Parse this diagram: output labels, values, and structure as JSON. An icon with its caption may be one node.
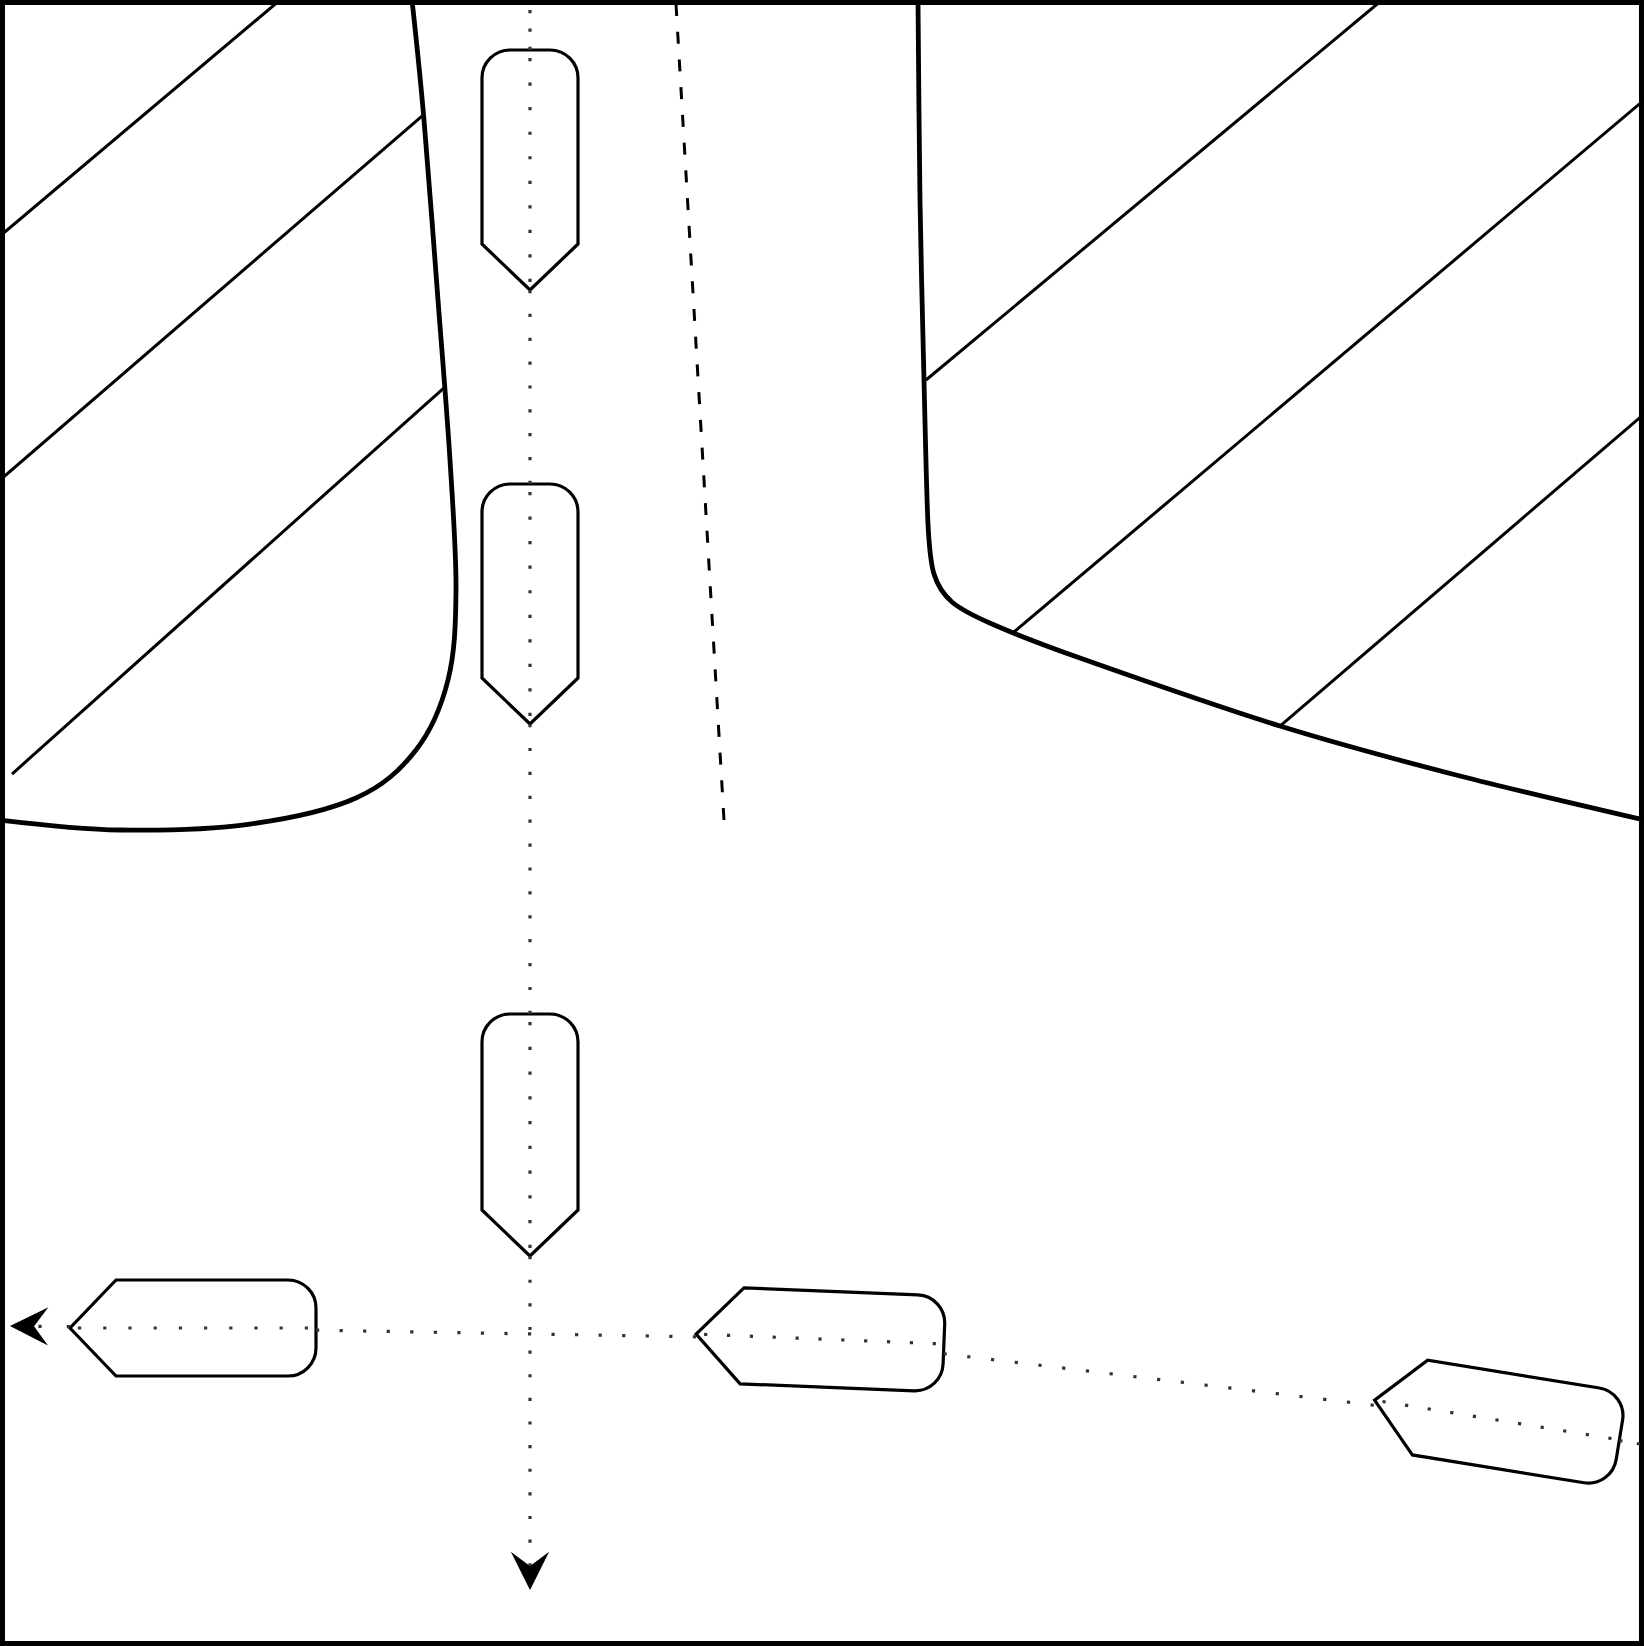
{
  "diagram": {
    "nodes": [
      {
        "text": [],
        "shape": "boat"
      },
      {
        "text": [],
        "shape": "boat"
      },
      {
        "text": [],
        "shape": "boat"
      },
      {
        "text": [],
        "shape": "boat"
      },
      {
        "text": [],
        "shape": "boat"
      },
      {
        "text": [],
        "shape": "boat"
      }
    ],
    "edges": [
      {
        "from": null,
        "to": 0,
        "arrow": "none"
      },
      {
        "from": 0,
        "to": 1,
        "arrow": "none"
      },
      {
        "from": 1,
        "to": 2,
        "arrow": "none"
      },
      {
        "from": 2,
        "to": null,
        "arrow": "to"
      },
      {
        "from": null,
        "to": 5,
        "arrow": "none"
      },
      {
        "from": 5,
        "to": 4,
        "arrow": "none"
      },
      {
        "from": 4,
        "to": 3,
        "arrow": "none"
      },
      {
        "from": 3,
        "to": null,
        "arrow": "to"
      }
    ]
  }
}
